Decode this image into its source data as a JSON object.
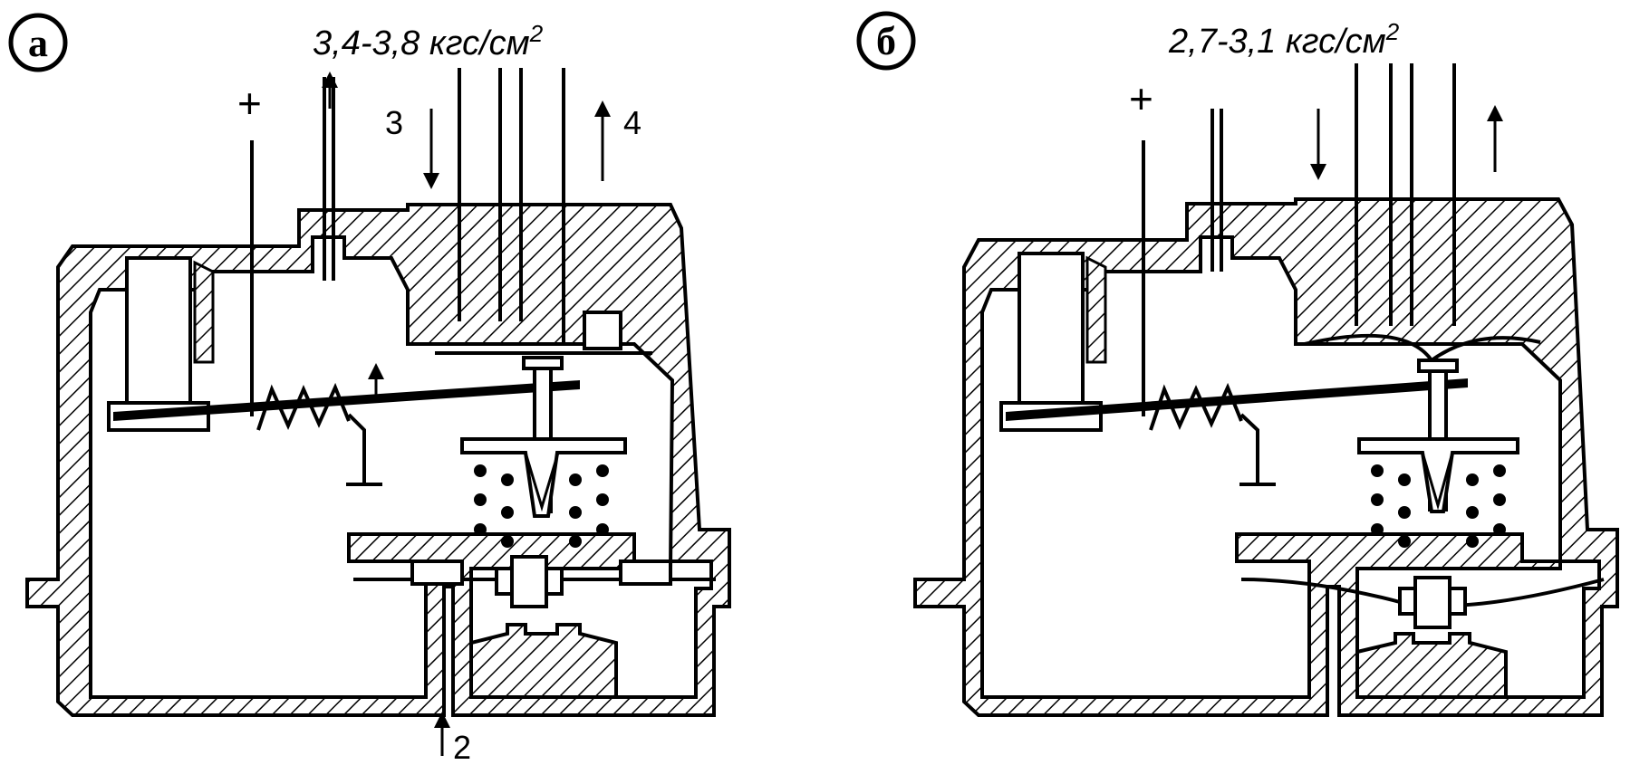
{
  "panel_a": {
    "badge": "а",
    "pressure": "3,4-3,8 кгс/см",
    "pressure_exp": "2",
    "plus": "+",
    "port_3": "3",
    "port_4": "4",
    "port_2": "2"
  },
  "panel_b": {
    "badge": "б",
    "pressure": "2,7-3,1 кгс/см",
    "pressure_exp": "2",
    "plus": "+"
  }
}
